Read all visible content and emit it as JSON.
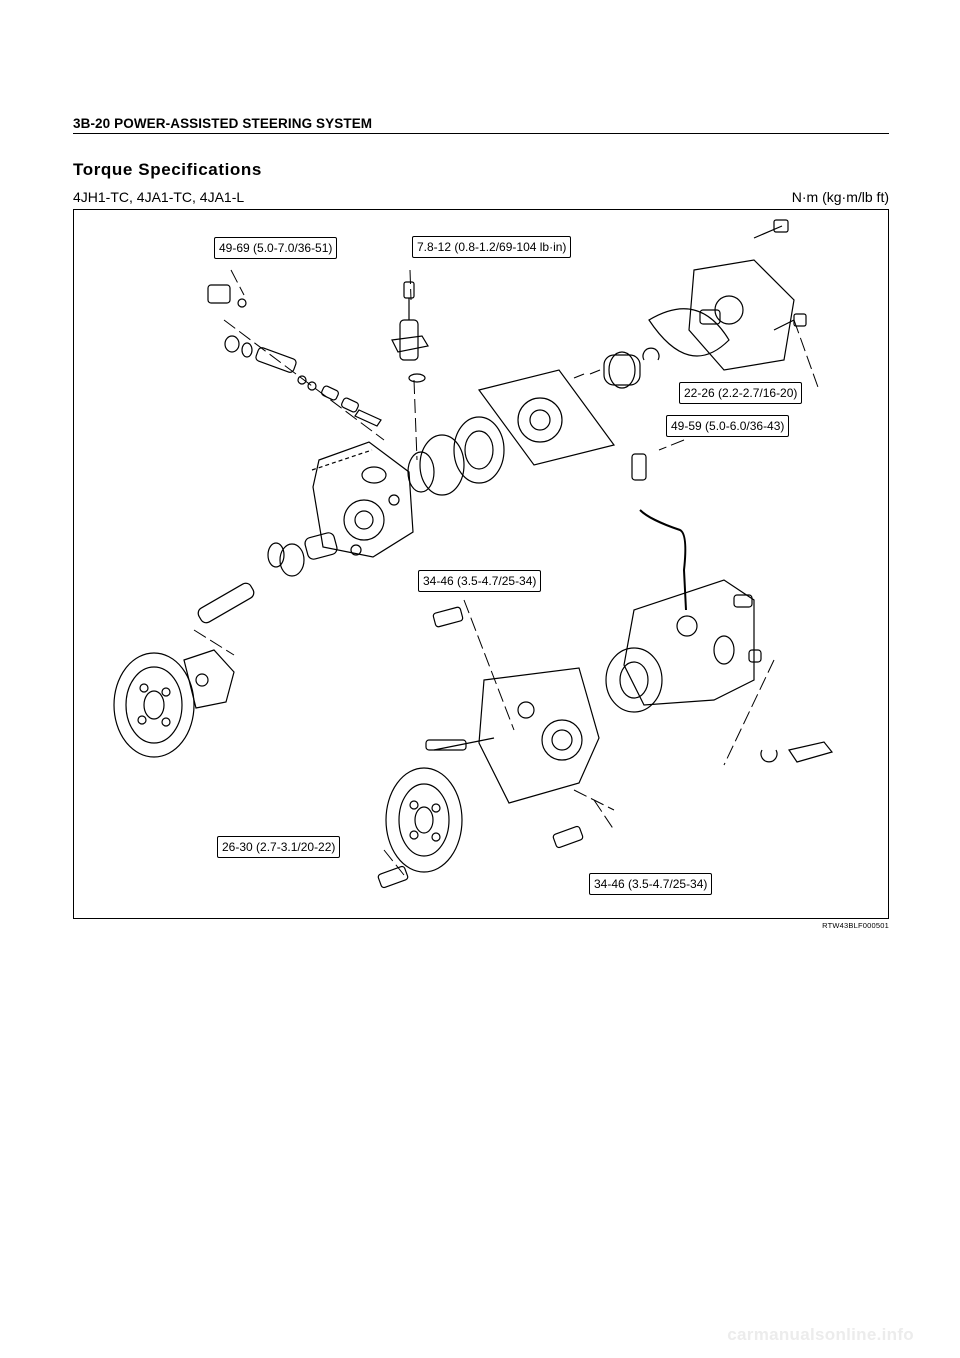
{
  "header": {
    "section": "3B-20 POWER-ASSISTED STEERING SYSTEM"
  },
  "page": {
    "title": "Torque Specifications",
    "models": "4JH1-TC, 4JA1-TC, 4JA1-L",
    "units": "N·m (kg·m/lb ft)"
  },
  "figure": {
    "callouts": [
      "49-69 (5.0-7.0/36-51)",
      "7.8-12 (0.8-1.2/69-104 lb·in)",
      "22-26 (2.2-2.7/16-20)",
      "49-59 (5.0-6.0/36-43)",
      "34-46 (3.5-4.7/25-34)",
      "26-30 (2.7-3.1/20-22)",
      "34-46 (3.5-4.7/25-34)"
    ],
    "code": "RTW43BLF000501"
  },
  "footer": {
    "watermark": "carmanualsonline.info"
  }
}
